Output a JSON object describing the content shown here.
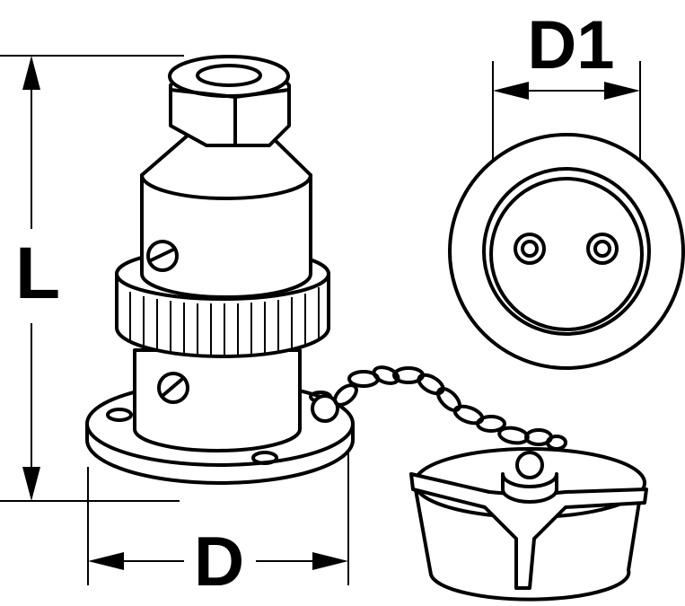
{
  "dimensions": {
    "diameter_top_view": "D1",
    "length": "L",
    "diameter_base": "D"
  },
  "colors": {
    "line": "#000000",
    "background": "#ffffff"
  }
}
